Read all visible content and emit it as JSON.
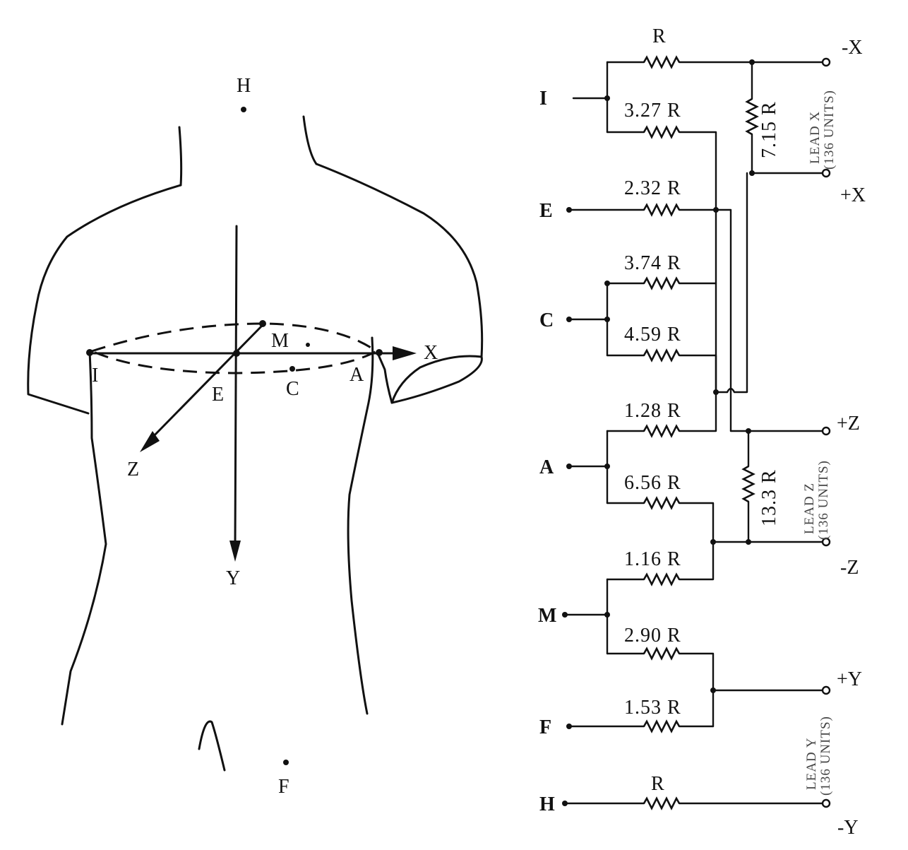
{
  "torso": {
    "points": {
      "H": "H",
      "M": "M",
      "I": "I",
      "E": "E",
      "C": "C",
      "A": "A",
      "F": "F"
    },
    "axes": {
      "x": "X",
      "y": "Y",
      "z": "Z"
    }
  },
  "network": {
    "inputs": {
      "I": "I",
      "E": "E",
      "C": "C",
      "A": "A",
      "M": "M",
      "F": "F",
      "H": "H"
    },
    "resistors": {
      "r_top": "R",
      "r_i2": "3.27 R",
      "r_lead_x": "7.15 R",
      "r_e": "2.32 R",
      "r_c1": "3.74 R",
      "r_c2": "4.59 R",
      "r_a1": "1.28 R",
      "r_lead_z": "13.3 R",
      "r_a2": "6.56 R",
      "r_m1": "1.16 R",
      "r_m2": "2.90 R",
      "r_f": "1.53 R",
      "r_h": "R"
    },
    "terminals": {
      "mx": "-X",
      "px": "+X",
      "pz": "+Z",
      "mz": "-Z",
      "py": "+Y",
      "my": "-Y"
    },
    "leads": {
      "x_title": "LEAD X",
      "x_units": "(136 UNITS)",
      "z_title": "LEAD Z",
      "z_units": "(136 UNITS)",
      "y_title": "LEAD Y",
      "y_units": "(136 UNITS)"
    }
  }
}
